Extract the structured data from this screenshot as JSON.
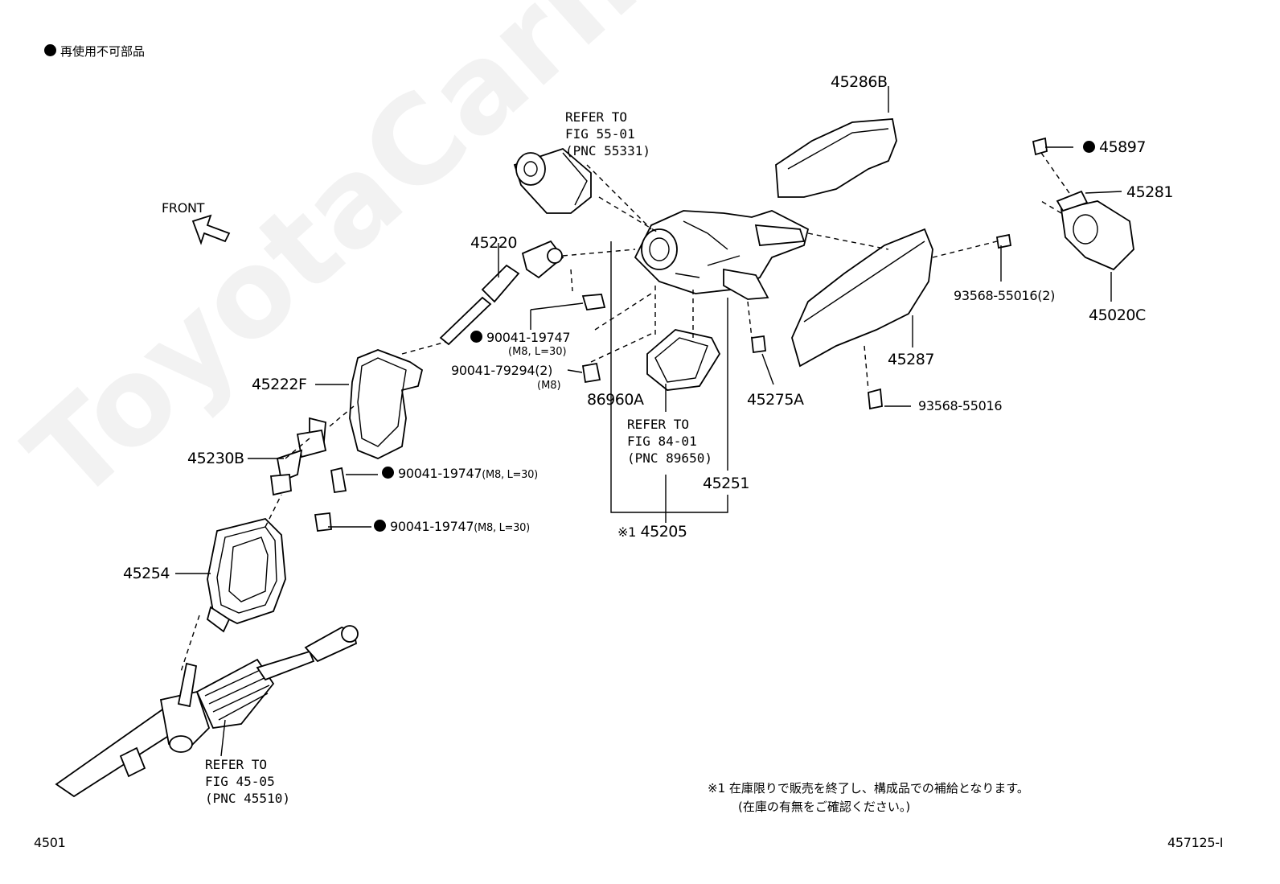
{
  "legend": {
    "text": "再使用不可部品"
  },
  "front_label": "FRONT",
  "watermark": "ToyotaCarInfo.ru",
  "parts": {
    "p45286b": "45286B",
    "p45897": "45897",
    "p45281": "45281",
    "p93568_2": "93568-55016(2)",
    "p45020c": "45020C",
    "p45287": "45287",
    "p93568": "93568-55016",
    "p45275a": "45275A",
    "p45251": "45251",
    "p86960a": "86960A",
    "p45205": "45205",
    "p45205_mark": "※1",
    "p45220": "45220",
    "p90041_19747_a": "90041-19747",
    "p90041_19747_a_spec": "(M8, L=30)",
    "p90041_79294": "90041-79294(2)",
    "p90041_79294_spec": "(M8)",
    "p45222f": "45222F",
    "p45230b": "45230B",
    "p90041_19747_b": "90041-19747",
    "p90041_19747_b_spec": "(M8, L=30)",
    "p90041_19747_c": "90041-19747",
    "p90041_19747_c_spec": "(M8, L=30)",
    "p45254": "45254"
  },
  "refs": {
    "fig55": "REFER TO\nFIG 55-01\n(PNC 55331)",
    "fig84": "REFER TO\nFIG 84-01\n(PNC 89650)",
    "fig45": "REFER TO\nFIG 45-05\n(PNC 45510)"
  },
  "note": {
    "line1": "※1 在庫限りで販売を終了し、構成品での補給となります。",
    "line2": "(在庫の有無をご確認ください。)"
  },
  "footer": {
    "page": "4501",
    "code": "457125-I"
  }
}
